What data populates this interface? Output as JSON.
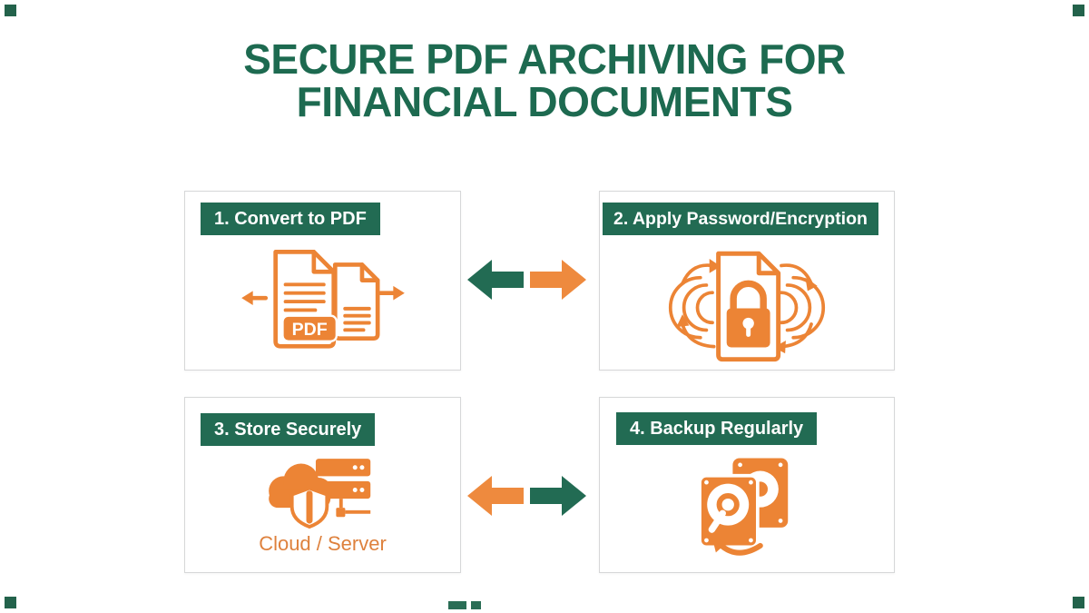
{
  "title": {
    "line1": "SECURE PDF ARCHIVING FOR",
    "line2": "FINANCIAL DOCUMENTS"
  },
  "steps": [
    {
      "number": "1",
      "label": "1. Convert to PDF",
      "icon": "document-convert-pdf-icon",
      "badge_text": "PDF"
    },
    {
      "number": "2",
      "label": "2. Apply Password/Encryption",
      "icon": "locked-document-encryption-icon"
    },
    {
      "number": "3",
      "label": "3. Store Securely",
      "icon": "cloud-server-shield-icon",
      "caption": "Cloud / Server"
    },
    {
      "number": "4",
      "label": "4. Backup Regularly",
      "icon": "dual-hard-drive-backup-icon"
    }
  ],
  "connectors": {
    "top_row": {
      "left_arrow": {
        "direction": "left",
        "color": "#226b53"
      },
      "right_arrow": {
        "direction": "right",
        "color": "#ee8a3e"
      }
    },
    "bottom_row": {
      "left_arrow": {
        "direction": "left",
        "color": "#ee8a3e"
      },
      "right_arrow": {
        "direction": "right",
        "color": "#226b53"
      }
    }
  },
  "colors": {
    "title_green": "#1d6a50",
    "header_green": "#226b53",
    "header_text": "#ffffff",
    "icon_orange": "#ec8435",
    "arrow_green": "#226b53",
    "arrow_orange": "#ee8a3e",
    "caption_orange": "#de813d",
    "card_border": "#d6d7d8",
    "background": "#ffffff"
  }
}
